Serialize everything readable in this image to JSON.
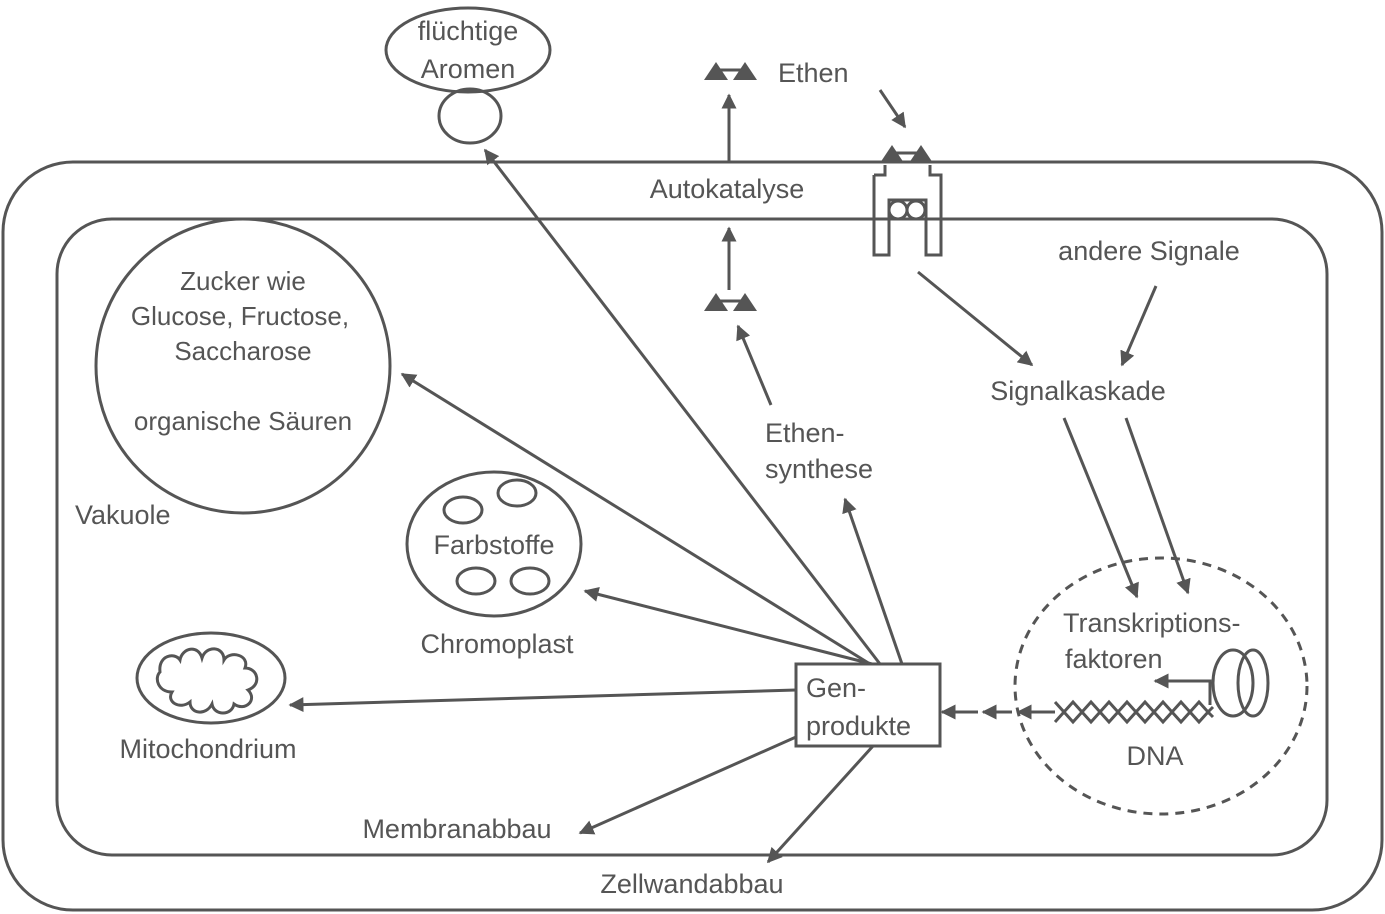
{
  "labels": {
    "fluechtige_1": "flüchtige",
    "fluechtige_2": "Aromen",
    "ethen": "Ethen",
    "autokatalyse": "Autokatalyse",
    "andere_signale": "andere Signale",
    "signalkaskade": "Signalkaskade",
    "vakuole_1": "Zucker wie",
    "vakuole_2": "Glucose, Fructose,",
    "vakuole_3": "Saccharose",
    "vakuole_4": "organische Säuren",
    "vakuole": "Vakuole",
    "ethensynthese_1": "Ethen-",
    "ethensynthese_2": "synthese",
    "farbstoffe": "Farbstoffe",
    "chromoplast": "Chromoplast",
    "mitochondrium": "Mitochondrium",
    "genprodukte_1": "Gen-",
    "genprodukte_2": "produkte",
    "transkription_1": "Transkriptions-",
    "transkription_2": "faktoren",
    "dna": "DNA",
    "membranabbau": "Membranabbau",
    "zellwandabbau": "Zellwandabbau"
  },
  "colors": {
    "stroke": "#555555",
    "background": "#ffffff"
  }
}
